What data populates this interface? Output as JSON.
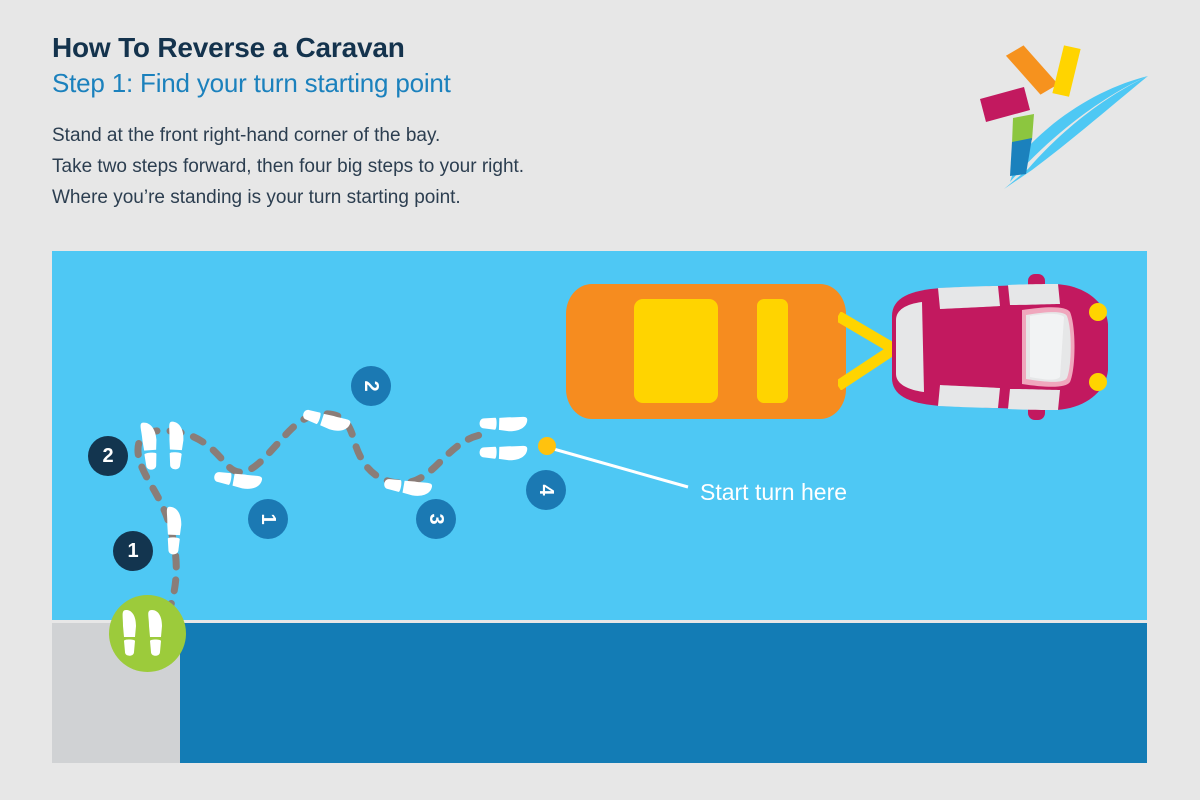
{
  "header": {
    "title": "How To Reverse a Caravan",
    "subtitle": "Step 1: Find your turn starting point",
    "body_lines": [
      "Stand at the front right-hand corner of the bay.",
      "Take two steps forward, then four big steps to your right.",
      "Where you’re standing is your turn starting point."
    ]
  },
  "logo": {
    "name": "brand-star-swoosh-logo",
    "colors": {
      "orange": "#f6921e",
      "yellow": "#ffd400",
      "magenta": "#c2195f",
      "green": "#8cc63f",
      "teal": "#1b81bd",
      "swoosh": "#4ec8f4"
    }
  },
  "scene": {
    "bay_color": "#4ec8f4",
    "kerb_color": "#d0d2d4",
    "road_color": "#137cb5",
    "trail_color": "#8a7d78",
    "caravan": {
      "name": "caravan",
      "body_color": "#f68c1f",
      "window_color": "#ffd400",
      "hitch_color": "#ffd400"
    },
    "car": {
      "name": "towing-car",
      "body_color": "#c2195f",
      "glass_color": "#e6e7e8",
      "headlight_color": "#ffd400",
      "trim_color": "#f0a7bd"
    },
    "start_marker": {
      "dot_color": "#ffc20e",
      "label": "Start turn here"
    },
    "start_position": {
      "circle_color": "#9ccb3b",
      "label": "starting-position-footprints"
    },
    "forward_steps": [
      {
        "number": "2",
        "style": "dark"
      },
      {
        "number": "1",
        "style": "dark"
      }
    ],
    "side_steps": [
      {
        "number": "1",
        "style": "blue"
      },
      {
        "number": "2",
        "style": "blue"
      },
      {
        "number": "3",
        "style": "blue"
      },
      {
        "number": "4",
        "style": "blue"
      }
    ]
  },
  "chart_data": {
    "type": "diagram",
    "title": "How To Reverse a Caravan — Step 1",
    "description": "Top-down plan view of a parking bay with a caravan hitched to a car. A dashed walking trail leads from the starting position (green circle at the bay front-right corner) through two forward steps and four big steps to the right, ending at a yellow dot marked 'Start turn here'.",
    "annotations": [
      "2 forward steps (dark navy badges 1 and 2)",
      "4 big steps right (blue badges 1, 2, 3 and 4)",
      "Start turn here"
    ]
  }
}
